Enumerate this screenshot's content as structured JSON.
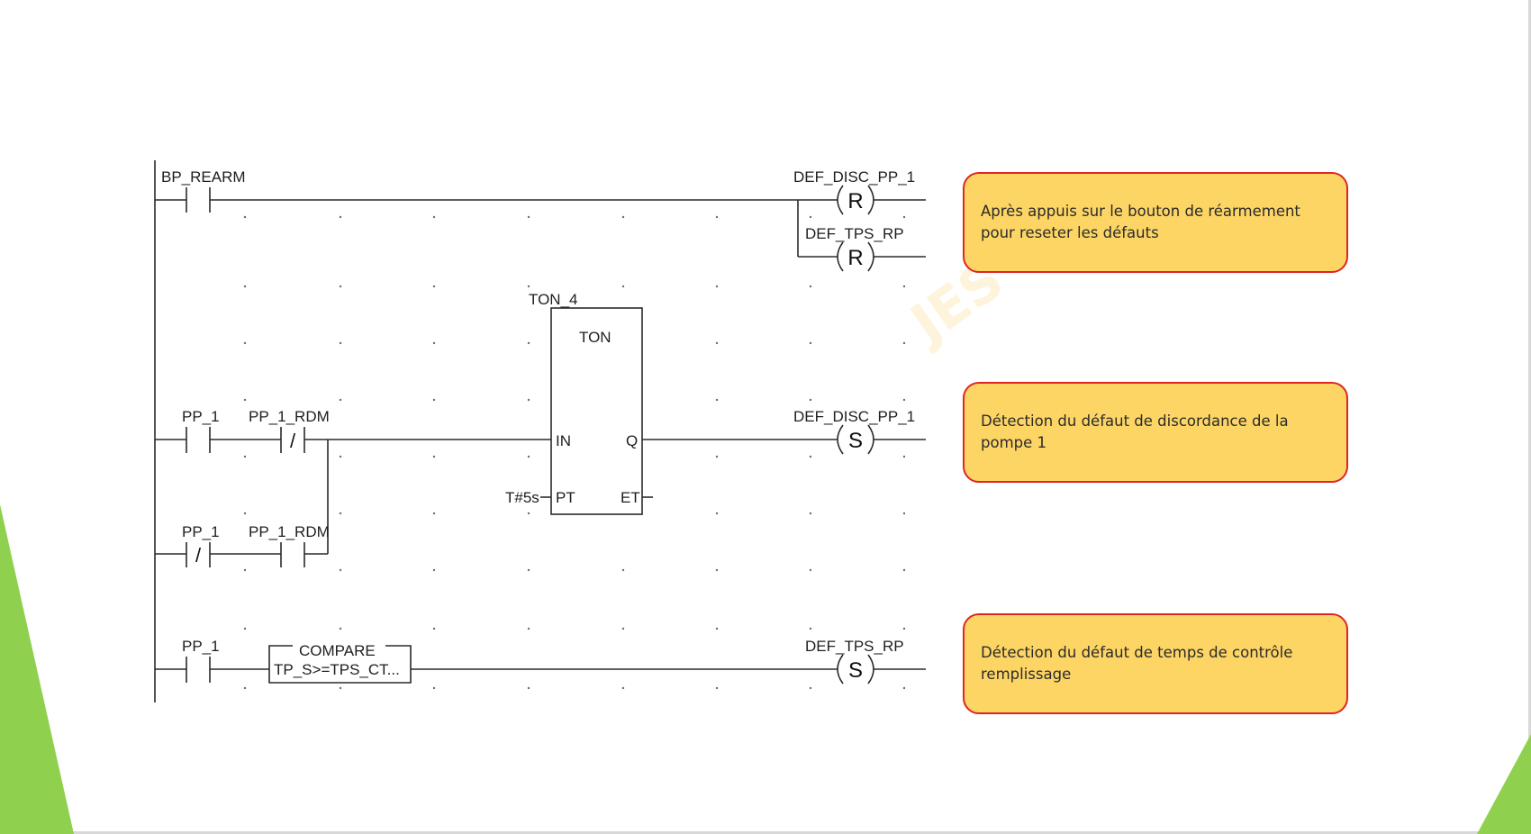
{
  "rung1": {
    "contact_label": "BP_REARM",
    "coil1_label": "DEF_DISC_PP_1",
    "coil1_type": "R",
    "coil2_label": "DEF_TPS_RP",
    "coil2_type": "R"
  },
  "timer": {
    "instance": "TON_4",
    "type": "TON",
    "pin_in": "IN",
    "pin_q": "Q",
    "pin_pt": "PT",
    "pin_et": "ET",
    "preset": "T#5s"
  },
  "rung2": {
    "contact1_label": "PP_1",
    "contact2_label": "PP_1_RDM",
    "contact2_symbol": "/",
    "coil_label": "DEF_DISC_PP_1",
    "coil_type": "S"
  },
  "rung3": {
    "contact1_label": "PP_1",
    "contact1_symbol": "/",
    "contact2_label": "PP_1_RDM"
  },
  "rung4": {
    "contact_label": "PP_1",
    "compare_title": "COMPARE",
    "compare_expr": "TP_S>=TPS_CT...",
    "coil_label": "DEF_TPS_RP",
    "coil_type": "S"
  },
  "callouts": [
    {
      "text": "Après appuis sur le bouton de réarmement pour reseter les défauts"
    },
    {
      "text": "Détection du défaut de discordance de la pompe 1"
    },
    {
      "text": "Détection du défaut de temps de contrôle remplissage"
    }
  ],
  "colors": {
    "callout_fill": "#fdd565",
    "callout_border": "#e02424",
    "accent_green": "#8fd14f"
  }
}
